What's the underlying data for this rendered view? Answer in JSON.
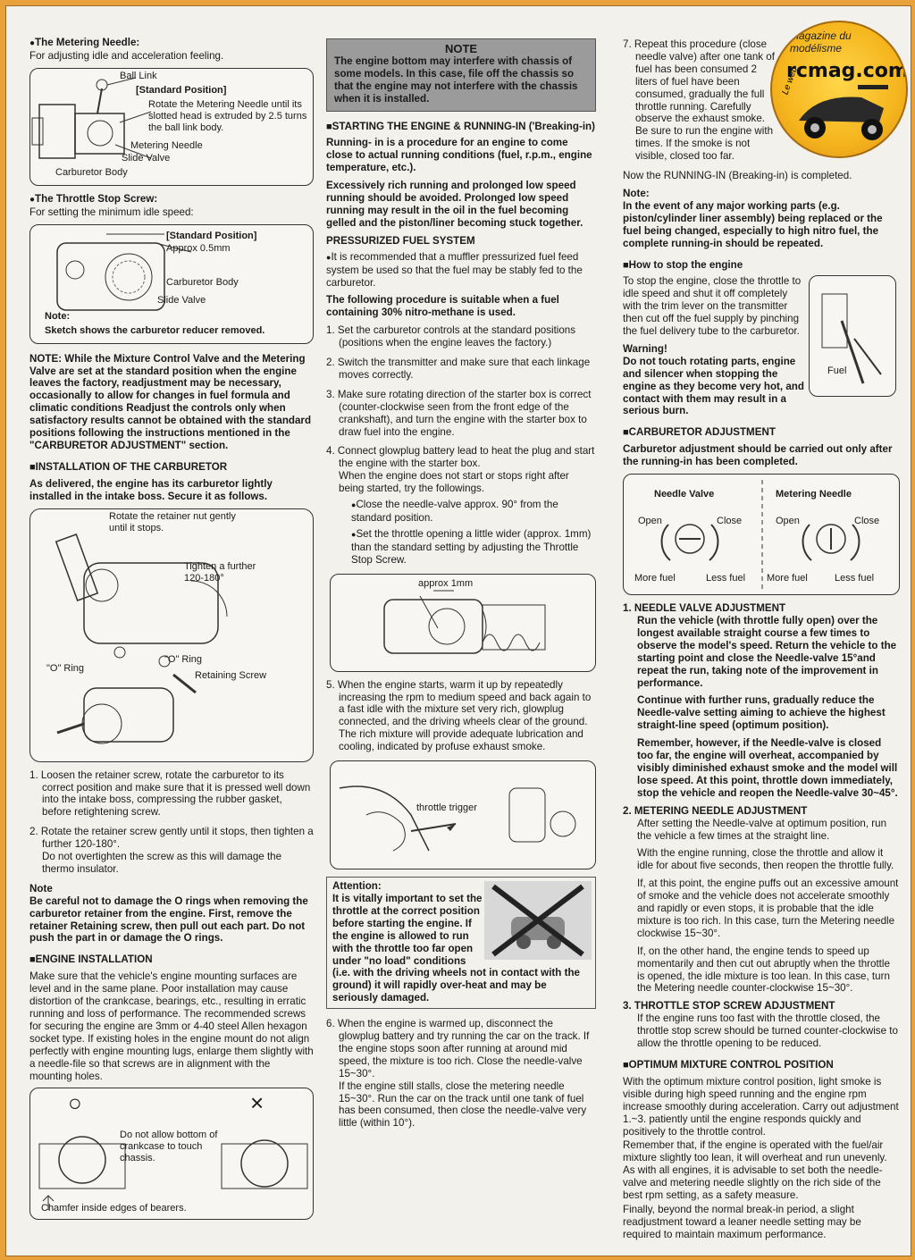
{
  "col1": {
    "metering_title": "The Metering Needle:",
    "metering_desc": "For adjusting idle and acceleration feeling.",
    "fig1": {
      "ball_link": "Ball Link",
      "standard_position": "[Standard Position]",
      "rotate_text": "Rotate the Metering Needle until its slotted head is extruded by 2.5 turns the ball link body.",
      "metering_needle": "Metering Needle",
      "slide_valve": "Slide Valve",
      "carb_body": "Carburetor Body"
    },
    "throttle_title": "The Throttle Stop Screw:",
    "throttle_desc": "For setting the minimum idle speed:",
    "fig2": {
      "standard_position": "[Standard Position]",
      "approx": "Approx 0.5mm",
      "carb_body": "Carburetor Body",
      "slide_valve": "Slide Valve",
      "note": "Note:",
      "sketch": "Sketch shows the carburetor reducer removed."
    },
    "note_para": "NOTE: While the Mixture Control Valve and the Metering Valve are set at the standard position when the engine leaves the factory, readjustment may be necessary, occasionally to allow for changes in fuel formula and climatic conditions Readjust the controls only when satisfactory results cannot be obtained with the standard positions following the instructions mentioned in the \"CARBURETOR ADJUSTMENT\" section.",
    "install_carb_title": "INSTALLATION OF THE CARBURETOR",
    "install_carb_intro": "As delivered, the engine has its carburetor lightly installed in the intake boss. Secure it as follows.",
    "fig3": {
      "rotate_nut": "Rotate the retainer nut gently until it stops.",
      "tighten": "Tighten a further 120-180°",
      "o_ring_left": "\"O\" Ring",
      "o_ring_right": "\"O\" Ring",
      "retaining_screw": "Retaining Screw"
    },
    "step1": "1. Loosen the retainer screw, rotate the carburetor to its correct position and make sure that it is pressed well down into the intake boss, compressing the rubber gasket, before retightening screw.",
    "step2": "2. Rotate the retainer screw gently until it stops, then tighten a further 120-180°.",
    "step2b": "Do not overtighten the screw as this will damage the thermo insulator.",
    "note_label": "Note",
    "note_bold": "Be careful not to damage the O rings when removing the carburetor retainer from the engine. First, remove the retainer Retaining screw, then pull out each part. Do not push the part in or damage the O rings.",
    "engine_install_title": "ENGINE INSTALLATION",
    "engine_install_text": "Make sure that the vehicle's engine mounting surfaces are level and in the same plane. Poor installation may cause distortion of the crankcase, bearings, etc., resulting in erratic running and loss of performance. The recommended screws for securing the engine are 3mm or 4-40 steel Allen hexagon socket type. If existing holes in the engine mount do not align perfectly with engine mounting lugs, enlarge them slightly with a needle-file so that screws are in alignment with the mounting holes.",
    "fig4": {
      "ok": "○",
      "ng": "×",
      "do_not": "Do not allow bottom of crankcase to touch chassis.",
      "chamfer": "Chamfer inside edges of bearers."
    }
  },
  "col2": {
    "note_title": "NOTE",
    "note_text": "The engine bottom may interfere with chassis of some models. In this case, file off the chassis so that the engine may not interfere with the chassis when it is installed.",
    "starting_title": "STARTING THE ENGINE & RUNNING-IN ('Breaking-in)",
    "running_in_1": "Running- in is a procedure for an engine to come close to actual running conditions (fuel, r.p.m., engine temperature, etc.).",
    "running_in_2": "Excessively rich running and prolonged low speed running should be avoided. Prolonged low speed running may result in the oil in the fuel becoming gelled and the piston/liner becoming stuck together.",
    "pressurized_title": "PRESSURIZED FUEL SYSTEM",
    "pressurized_text": "It is recommended that a muffler pressurized fuel feed system be used so that the fuel may be stably fed to the carburetor.",
    "procedure_title": "The following procedure is suitable when a fuel containing 30% nitro-methane is used.",
    "s1": "1. Set the carburetor controls at the standard positions (positions when the engine leaves the factory.)",
    "s2": "2. Switch the transmitter and make sure that each linkage moves correctly.",
    "s3": "3. Make sure rotating direction of the starter box is correct (counter-clockwise seen from the front edge of the crankshaft), and turn the engine with the starter box to draw fuel into the engine.",
    "s4": "4. Connect glowplug battery lead to heat the plug and start the engine with the starter box.",
    "s4b": "When the engine does not start or stops right after being started, try the followings.",
    "s4_sub1": "Close the needle-valve approx. 90° from the standard position.",
    "s4_sub2": "Set the throttle opening a little wider (approx. 1mm) than the standard setting by adjusting the Throttle Stop Screw.",
    "fig_approx": "approx 1mm",
    "s5": "5. When the engine starts, warm it up by repeatedly increasing the rpm to medium speed and back again to a fast idle with the mixture set very rich, glowplug connected, and the driving wheels clear of the ground. The rich mixture will provide adequate lubrication and cooling, indicated by profuse exhaust smoke.",
    "fig_trigger": "throttle trigger",
    "attention_title": "Attention:",
    "attention_bold": "It is vitally important to set the throttle at the correct position before starting the engine. If the engine is allowed to run with the throttle too far open under \"no load\" conditions",
    "attention_rest": "(i.e. with the driving wheels not in contact with the ground) it will rapidly over-heat and may be seriously damaged.",
    "s6": "6. When the engine is warmed up, disconnect the glowplug battery and try running the car on the track. If the engine stops soon after running at around mid speed, the mixture is too rich. Close the needle-valve 15~30°.",
    "s6b": "If the engine still stalls, close the metering needle 15~30°. Run the car on the track until one tank of fuel has been consumed, then close the needle-valve very little (within 10°)."
  },
  "col3": {
    "s7": "7. Repeat this procedure (close needle valve) after one tank of fuel has been consumed 2 liters of fuel have been consumed, gradually the full throttle running. Carefully observe the exhaust smoke. Be sure to run the engine with times. If the smoke is not visible, closed too far.",
    "now": "Now the RUNNING-IN (Breaking-in) is completed.",
    "note_label": "Note:",
    "note_bold": "In the event of any major working parts (e.g. piston/cylinder liner assembly) being replaced or the fuel being changed, especially to high nitro fuel, the complete running-in should be repeated.",
    "stop_title": "How to stop the engine",
    "stop_text": "To stop the engine, close the throttle to idle speed and shut it off completely with the trim lever on the transmitter then cut off the fuel supply by pinching the fuel delivery tube to the carburetor.",
    "fuel": "Fuel",
    "warning": "Warning!",
    "warning_bold": "Do not touch rotating parts, engine and silencer when stopping the engine as they become very hot, and contact with them may result in a serious burn.",
    "carb_adj_title": "CARBURETOR ADJUSTMENT",
    "carb_adj_intro": "Carburetor adjustment should be carried out only after the running-in has been completed.",
    "dial": {
      "needle_valve": "Needle Valve",
      "metering_needle": "Metering Needle",
      "open1": "Open",
      "close1": "Close",
      "open2": "Open",
      "close2": "Close",
      "more1": "More fuel",
      "less1": "Less fuel",
      "more2": "More fuel",
      "less2": "Less fuel"
    },
    "nv_title": "1. NEEDLE VALVE ADJUSTMENT",
    "nv_p1": "Run the vehicle (with throttle fully open) over the longest available straight course a few times to observe the model's speed. Return the vehicle to the starting point and close the Needle-valve 15°and repeat the run, taking note of the improvement in performance.",
    "nv_p2": "Continue with further runs, gradually reduce the Needle-valve setting aiming to achieve the highest straight-line speed (optimum position).",
    "nv_p3": "Remember, however, if the Needle-valve is closed too far, the engine will overheat, accompanied by visibly diminished exhaust smoke and the model will lose speed. At this point, throttle down immediately, stop the vehicle and reopen the Needle-valve 30~45°.",
    "mn_title": "2. METERING NEEDLE ADJUSTMENT",
    "mn_p1": "After setting the Needle-valve at optimum position, run the vehicle a few times at the straight line.",
    "mn_p2": "With the engine running, close the throttle and allow it idle for about five seconds, then reopen the throttle fully.",
    "mn_p3": "If, at this point, the engine puffs out an excessive amount of smoke and the vehicle does not accelerate smoothly and rapidly or even stops, it is probable that the idle mixture is too rich. In this case, turn the Metering needle clockwise 15~30°.",
    "mn_p4": "If, on the other hand, the engine tends to speed up momentarily and then cut out abruptly when the throttle is opened, the idle mixture is too lean. In this case, turn the Metering needle counter-clockwise 15~30°.",
    "ts_title": "3. THROTTLE STOP SCREW ADJUSTMENT",
    "ts_p": "If the engine runs too fast with the throttle closed, the throttle stop screw should be turned counter-clockwise to allow the throttle opening to be reduced.",
    "opt_title": "OPTIMUM MIXTURE CONTROL POSITION",
    "opt_p1": "With the optimum mixture control position, light smoke is visible during high speed running and the engine rpm increase smoothly during acceleration. Carry out adjustment 1.~3. patiently until the engine responds quickly and positively to the throttle control.",
    "opt_p2": "Remember that, if the engine is operated with the fuel/air mixture slightly too lean, it will overheat and run unevenly. As with all engines, it is advisable to set both the needle-valve and metering needle slightly on the rich side of the best rpm setting, as a safety measure.",
    "opt_p3": "Finally, beyond the normal break-in period, a slight readjustment toward a leaner needle setting may be required to maintain maximum performance."
  },
  "logo": {
    "arc_text": "magazine du modélisme",
    "le_web": "Le web",
    "site": "rcmag.com"
  }
}
